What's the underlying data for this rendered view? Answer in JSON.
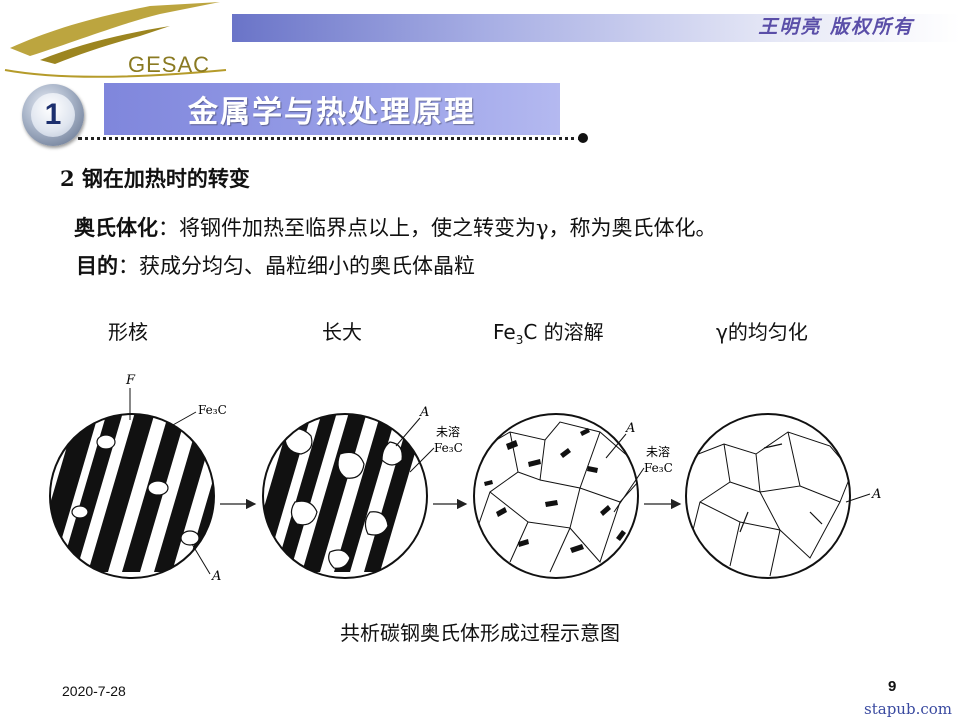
{
  "header": {
    "logo_text": "GESAC",
    "copyright": "王明亮 版权所有"
  },
  "slide": {
    "badge_number": "1",
    "title": "金属学与热处理原理",
    "section_heading": "2 钢在加热时的转变",
    "line1_term": "奥氏体化",
    "line1_body": "：将钢件加热至临界点以上，使之转变为γ，称为奥氏体化。",
    "line2_term": "目的",
    "line2_body": "：获成分均匀、晶粒细小的奥氏体晶粒"
  },
  "diagram": {
    "stages": [
      {
        "label": "形核"
      },
      {
        "label": "长大"
      },
      {
        "label_prefix": "Fe",
        "label_sub": "3",
        "label_suffix": "C 的溶解"
      },
      {
        "label": "γ的均匀化"
      }
    ],
    "annotations": {
      "f": "F",
      "fe3c": "Fe₃C",
      "a": "A",
      "undissolved": "未溶",
      "undissolved_fe3c": "Fe₃C"
    },
    "caption": "共析碳钢奥氏体形成过程示意图"
  },
  "footer": {
    "date": "2020-7-28",
    "page_number": "9",
    "watermark": "stapub.com"
  },
  "colors": {
    "title_bar": "#8d94e2",
    "copyright_text": "#5a4ea8",
    "logo_gold": "#8a7a22"
  }
}
